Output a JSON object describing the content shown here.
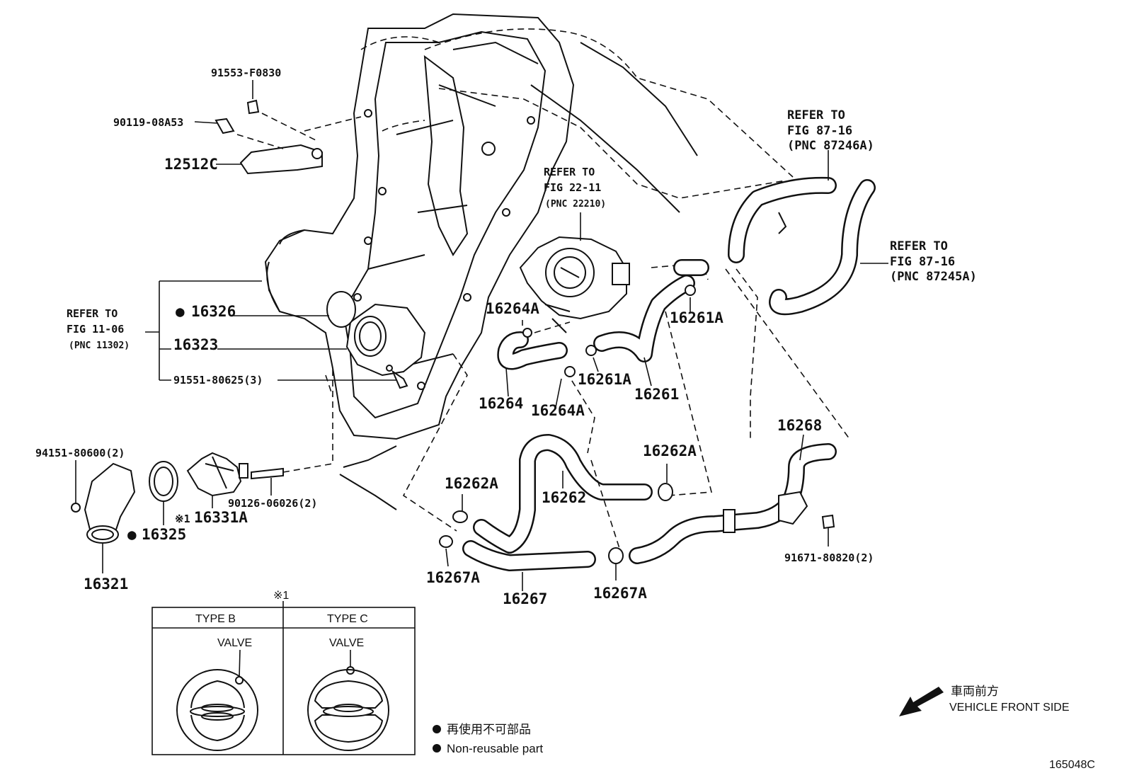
{
  "parts": {
    "p91553": "91553-F0830",
    "p90119": "90119-08A53",
    "p12512C": "12512C",
    "p16326": "16326",
    "p16323": "16323",
    "p91551": "91551-80625(3)",
    "p94151": "94151-80600(2)",
    "p16321": "16321",
    "p16325": "16325",
    "p16331A": "16331A",
    "p90126": "90126-06026(2)",
    "p16264A_top": "16264A",
    "p16264": "16264",
    "p16264A_bot": "16264A",
    "p16261A_mid": "16261A",
    "p16261A_right": "16261A",
    "p16261": "16261",
    "p16262A_left": "16262A",
    "p16262A_right": "16262A",
    "p16262": "16262",
    "p16267A_left": "16267A",
    "p16267A_right": "16267A",
    "p16267": "16267",
    "p16268": "16268",
    "p91671": "91671-80820(2)"
  },
  "refs": {
    "fig11": {
      "l1": "REFER TO",
      "l2": "FIG 11-06",
      "l3": "(PNC 11302)"
    },
    "fig22": {
      "l1": "REFER TO",
      "l2": "FIG 22-11",
      "l3": "(PNC 22210)"
    },
    "fig87a": {
      "l1": "REFER TO",
      "l2": "FIG 87-16",
      "l3": "(PNC 87246A)"
    },
    "fig87b": {
      "l1": "REFER TO",
      "l2": "FIG 87-16",
      "l3": "(PNC 87245A)"
    }
  },
  "marks": {
    "dot": "●",
    "ref_mark": "※1",
    "ref_mark_small": "※1"
  },
  "table": {
    "col1": "TYPE B",
    "col2": "TYPE C",
    "valve1": "VALVE",
    "valve2": "VALVE"
  },
  "legend": {
    "jp": "再使用不可部品",
    "en": "Non-reusable part"
  },
  "direction": {
    "jp": "車両前方",
    "en": "VEHICLE FRONT SIDE"
  },
  "diagram_code": "165048C"
}
